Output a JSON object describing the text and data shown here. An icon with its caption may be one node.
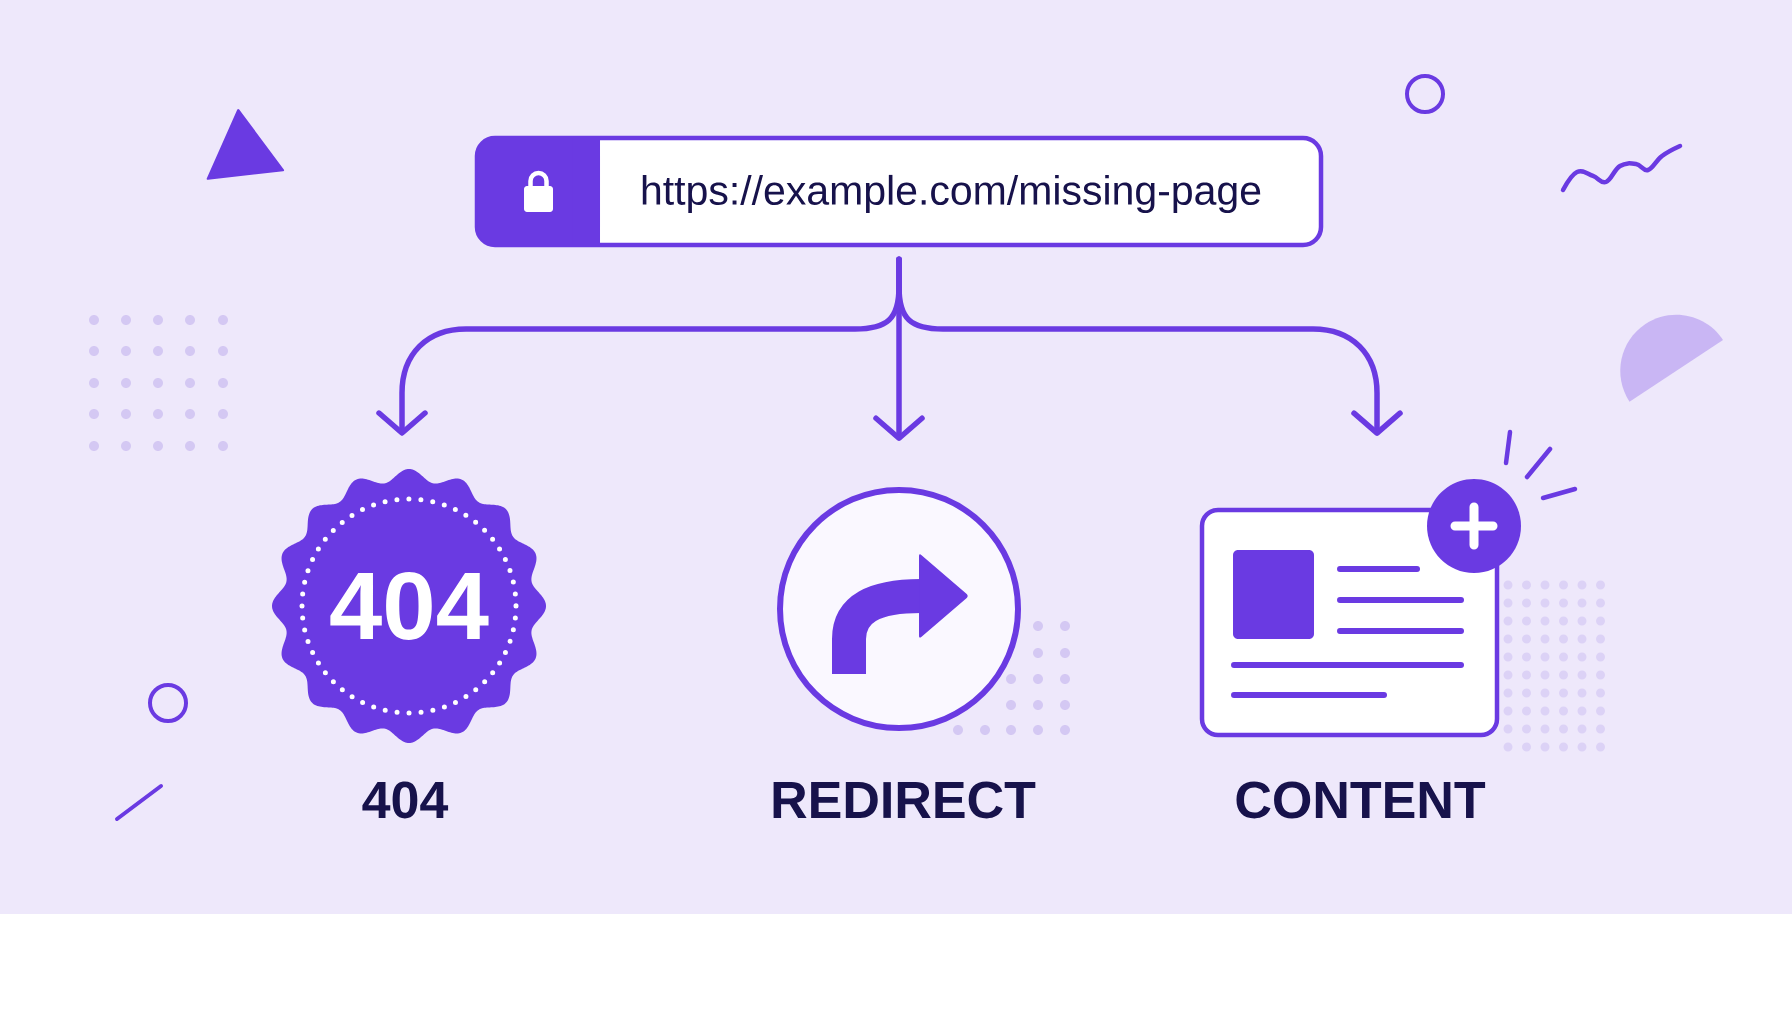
{
  "diagram": {
    "nodes": [
      {
        "text": [
          "https://example.com/missing-page"
        ]
      },
      {
        "text": [
          "404"
        ],
        "beside": [
          "404"
        ]
      },
      {
        "text": [],
        "shape": "circle",
        "beside": [
          "REDIRECT"
        ]
      },
      {
        "text": [],
        "shape": "picture",
        "beside": [
          "CONTENT"
        ]
      }
    ],
    "edges": [
      {
        "from": 0,
        "to": 1,
        "arrow": "to"
      },
      {
        "from": 0,
        "to": 2,
        "arrow": "to"
      },
      {
        "from": 0,
        "to": 3,
        "arrow": "to"
      }
    ]
  }
}
